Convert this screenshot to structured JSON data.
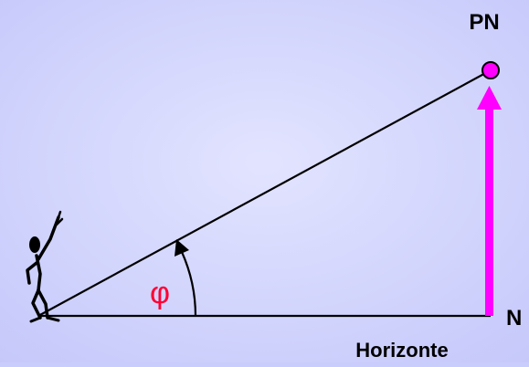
{
  "labels": {
    "pole": "PN",
    "north": "N",
    "horizon": "Horizonte",
    "angle": "φ"
  },
  "colors": {
    "background": "#c9cdfb",
    "line": "#000000",
    "accent": "#ff00ff",
    "angle_label": "#ff0033"
  },
  "icons": {
    "observer": "stick-figure-pointing-icon",
    "celestial_pole": "circle-marker-icon"
  }
}
